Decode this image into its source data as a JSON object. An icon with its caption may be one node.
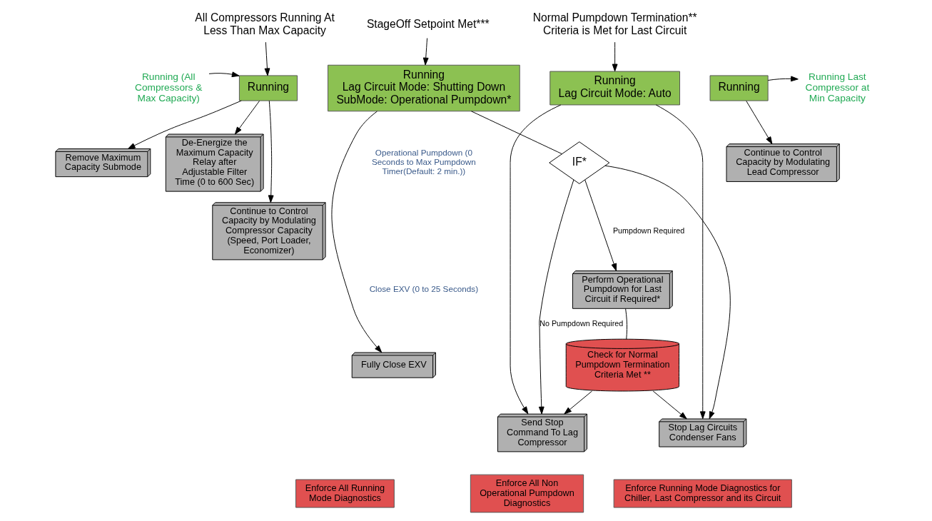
{
  "diagram": {
    "nodes": [
      {
        "text": [
          "All Compressors Running At Less Than Max Capacity"
        ]
      },
      {
        "text": [
          "StageOff Setpoint Met***"
        ]
      },
      {
        "text": [
          "Normal Pumpdown Termination** Criteria is Met for Last Circuit"
        ]
      },
      {
        "text": [
          "Running (All Compressors & Max Capacity)"
        ]
      },
      {
        "text": [
          "Running"
        ]
      },
      {
        "text": [
          "Running",
          "Lag Circuit Mode: Shutting Down",
          "SubMode: Operational Pumpdown*"
        ]
      },
      {
        "text": [
          "Running",
          "Lag Circuit Mode: Auto"
        ]
      },
      {
        "text": [
          "Running"
        ]
      },
      {
        "text": [
          "Running Last Compressor at Min Capacity"
        ]
      },
      {
        "text": [
          "Remove Maximum Capacity Submode"
        ]
      },
      {
        "text": [
          "De-Energize the Maximum Capacity Relay after Adjustable Filter Time (0 to 600 Sec)"
        ]
      },
      {
        "text": [
          "Continue to Control Capacity by Modulating Compressor Capacity (Speed, Port Loader, Economizer)"
        ]
      },
      {
        "text": [
          "Fully Close EXV"
        ]
      },
      {
        "text": [
          "IF*"
        ]
      },
      {
        "text": [
          "Perform Operational Pumpdown for Last Circuit if Required*"
        ]
      },
      {
        "text": [
          "Check for Normal Pumpdown Termination Criteria Met **"
        ]
      },
      {
        "text": [
          "Send Stop Command To Lag Compressor"
        ]
      },
      {
        "text": [
          "Stop Lag Circuits Condenser Fans"
        ]
      },
      {
        "text": [
          "Continue to Control Capacity by Modulating Lead Compressor"
        ]
      },
      {
        "text": [
          "Enforce All Running Mode Diagnostics"
        ]
      },
      {
        "text": [
          "Enforce All Non Operational Pumpdown Diagnostics"
        ]
      },
      {
        "text": [
          "Enforce Running Mode Diagnostics for Chiller, Last Compressor and its Circuit"
        ]
      }
    ],
    "edges": [
      {
        "from": 3,
        "to": 4,
        "arrow": "to"
      },
      {
        "from": 0,
        "to": 4,
        "arrow": "to"
      },
      {
        "from": 1,
        "to": 5,
        "arrow": "to"
      },
      {
        "from": 2,
        "to": 6,
        "arrow": "to"
      },
      {
        "from": 7,
        "to": 8,
        "arrow": "to"
      },
      {
        "from": 4,
        "to": 9,
        "arrow": "to"
      },
      {
        "from": 4,
        "to": 10,
        "arrow": "to"
      },
      {
        "from": 4,
        "to": 11,
        "arrow": "to"
      },
      {
        "from": 5,
        "to": 12,
        "arrow": "to"
      },
      {
        "from": 5,
        "to": 13,
        "arrow": "none"
      },
      {
        "from": 13,
        "to": 14,
        "arrow": "to",
        "label": "Pumpdown Required"
      },
      {
        "from": 13,
        "to": 16,
        "arrow": "to",
        "label": "No Pumpdown Required"
      },
      {
        "from": 13,
        "to": 17,
        "arrow": "to"
      },
      {
        "from": 14,
        "to": 15,
        "arrow": "none"
      },
      {
        "from": 15,
        "to": 16,
        "arrow": "to"
      },
      {
        "from": 15,
        "to": 17,
        "arrow": "to"
      },
      {
        "from": 6,
        "to": 16,
        "arrow": "to"
      },
      {
        "from": 6,
        "to": 17,
        "arrow": "to"
      },
      {
        "from": 7,
        "to": 18,
        "arrow": "to"
      }
    ],
    "labels": [
      "Operational Pumpdown (0 Seconds to Max Pumpdown Timer(Default: 2 min.))",
      "Close EXV (0 to 25 Seconds)"
    ]
  }
}
